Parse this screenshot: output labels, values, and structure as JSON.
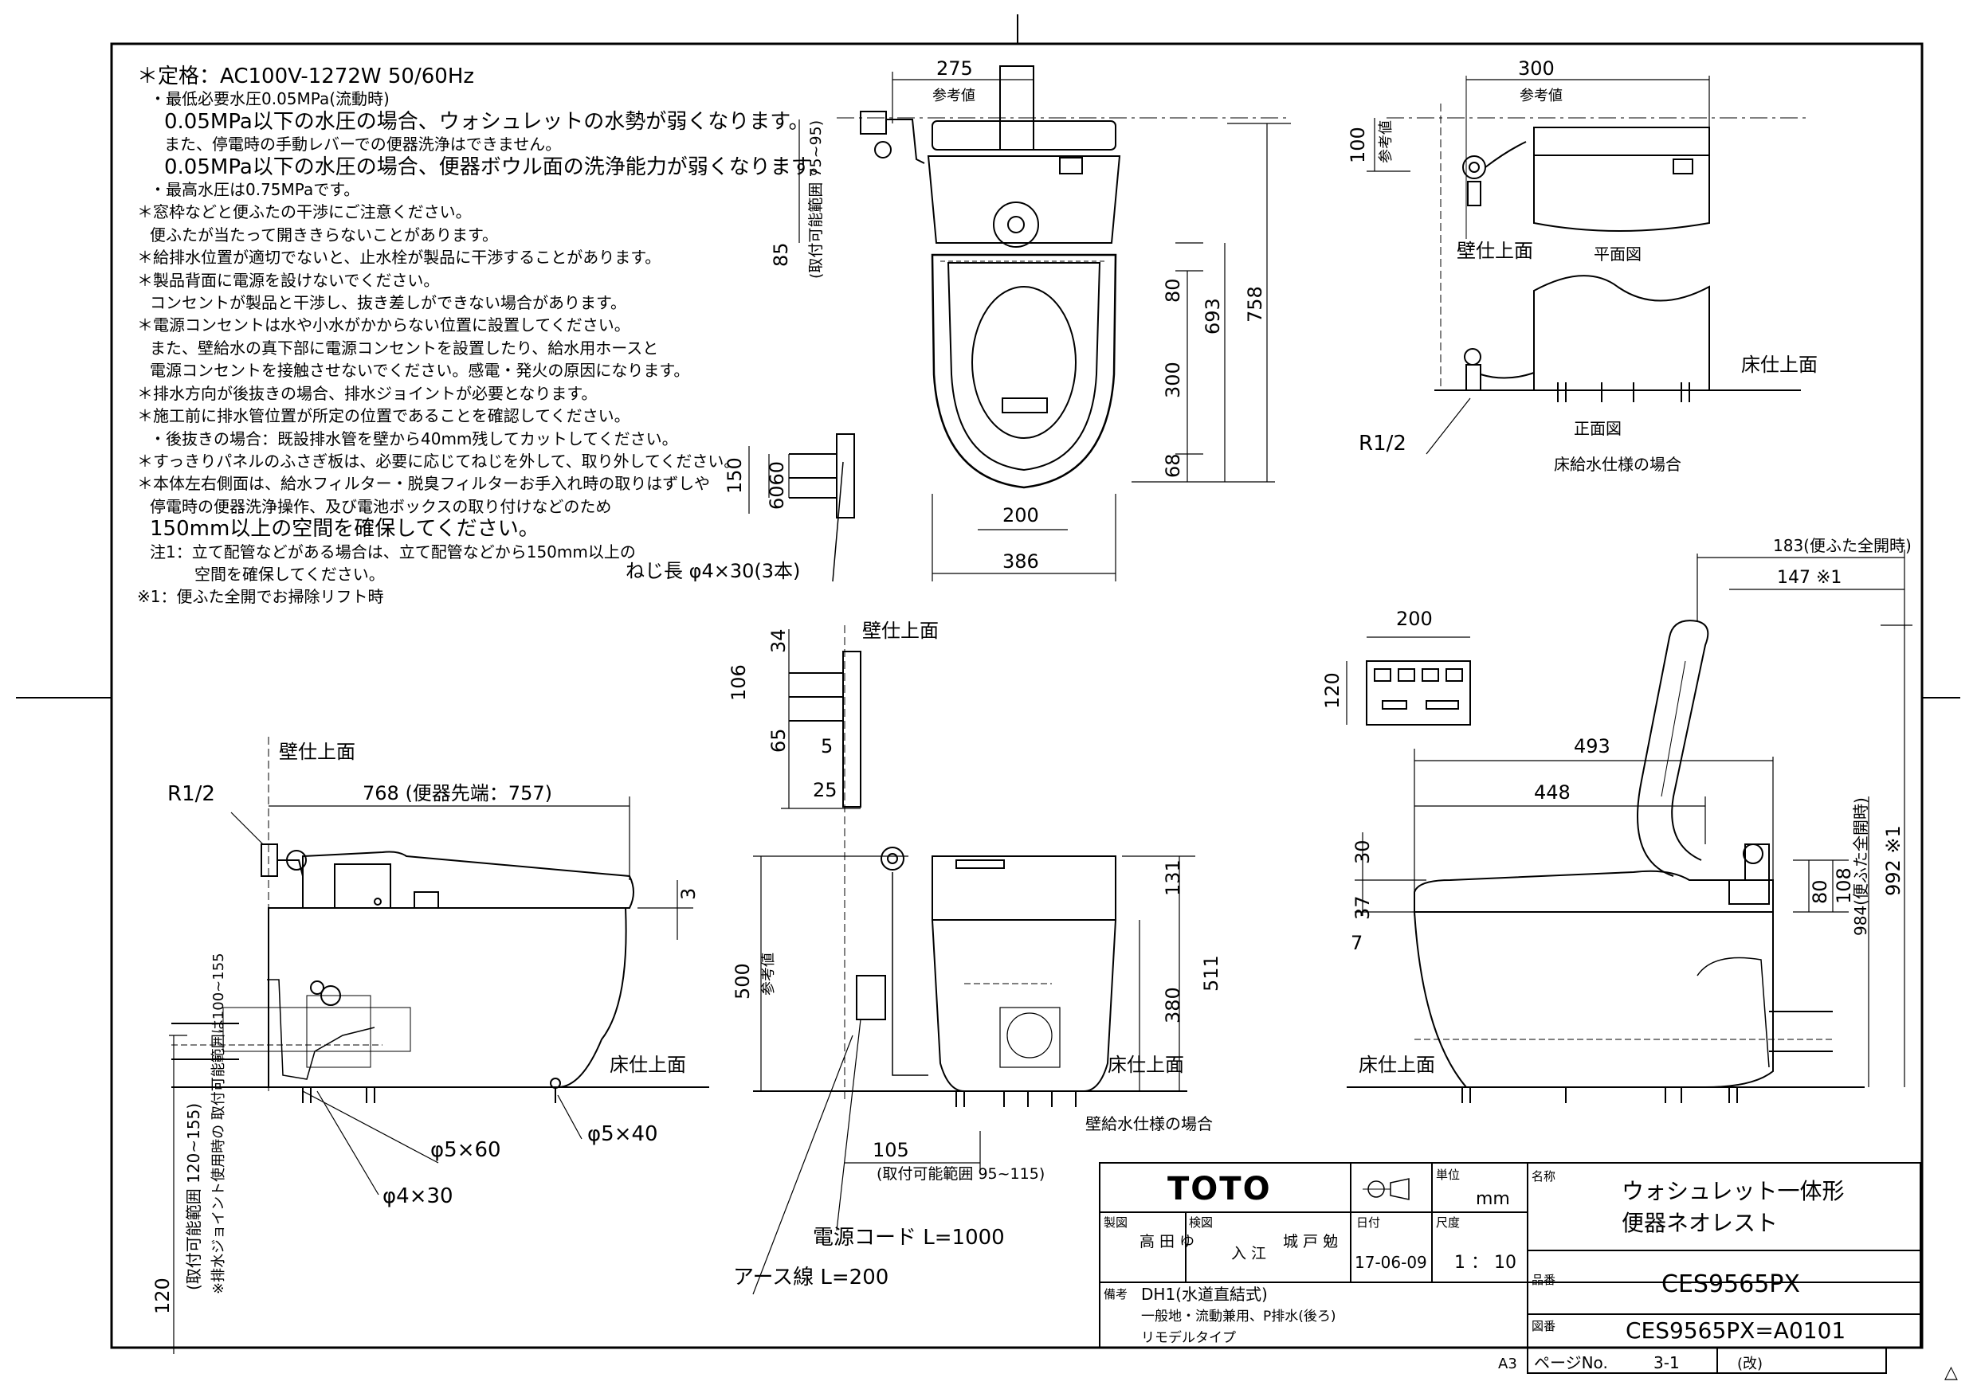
{
  "notes": [
    "＊定格：AC100V-1272W 50/60Hz",
    "・最低必要水圧0.05MPa(流動時)",
    "0.05MPa以下の水圧の場合、ウォシュレットの水勢が弱くなります。",
    "また、停電時の手動レバーでの便器洗浄はできません。",
    "0.05MPa以下の水圧の場合、便器ボウル面の洗浄能力が弱くなります。",
    "・最高水圧は0.75MPaです。",
    "＊窓枠などと便ふたの干渉にご注意ください。",
    "便ふたが当たって開ききらないことがあります。",
    "＊給排水位置が適切でないと、止水栓が製品に干渉することがあります。",
    "＊製品背面に電源を設けないでください。",
    "コンセントが製品と干渉し、抜き差しができない場合があります。",
    "＊電源コンセントは水や小水がかからない位置に設置してください。",
    "また、壁給水の真下部に電源コンセントを設置したり、給水用ホースと",
    "電源コンセントを接触させないでください。感電・発火の原因になります。",
    "＊排水方向が後抜きの場合、排水ジョイントが必要となります。",
    "＊施工前に排水管位置が所定の位置であることを確認してください。",
    "・後抜きの場合：既設排水管を壁から40mm残してカットしてください。",
    "＊すっきりパネルのふさぎ板は、必要に応じてねじを外して、取り外してください。",
    "＊本体左右側面は、給水フィルター・脱臭フィルターお手入れ時の取りはずしや",
    "停電時の便器洗浄操作、及び電池ボックスの取り付けなどのため",
    "150mm以上の空間を確保してください。",
    "注1：立て配管などがある場合は、立て配管などから150mm以上の",
    "空間を確保してください。",
    "※1：便ふた全開でお掃除リフト時"
  ],
  "dims": {
    "d275": "275",
    "ref": "参考値",
    "d300": "300",
    "d100": "100",
    "d85": "85",
    "range7595": "(取付可能範囲 75~95)",
    "d80": "80",
    "d693": "693",
    "d758": "758",
    "d300v": "300",
    "d68": "68",
    "d200": "200",
    "d386": "386",
    "d150": "150",
    "d6060": "6060",
    "screw": "ねじ長 φ4×30(3本)",
    "wall": "壁仕上面",
    "floor": "床仕上面",
    "plan": "平面図",
    "front": "正面図",
    "r12": "R1/2",
    "floorSupply": "床給水仕様の場合",
    "wallSupply": "壁給水仕様の場合",
    "d183": "183(便ふた全開時)",
    "d147": "147 ※1",
    "d34": "34",
    "d106": "106",
    "d65": "65",
    "d5": "5",
    "d25": "25",
    "d768": "768 (便器先端：757)",
    "d3": "3",
    "d131": "131",
    "d511": "511",
    "d500": "500",
    "d380": "380",
    "d120": "120",
    "d493": "493",
    "d448": "448",
    "d30": "30",
    "d37": "37",
    "d7": "7",
    "d108": "108",
    "d984": "984(便ふた全開時)",
    "d992": "992 ※1",
    "d5x60": "φ5×60",
    "d5x40": "φ5×40",
    "d4x30": "φ4×30",
    "d105": "105",
    "range95115": "(取付可能範囲 95~115)",
    "cord": "電源コード L=1000",
    "earth": "アース線 L=200",
    "range120": "(取付可能範囲 120~155)",
    "rangeJoint": "※排水ジョイント使用時の 取付可能範囲は100~155",
    "d120b": "120"
  },
  "titleblock": {
    "brand": "TOTO",
    "unitLabel": "単位",
    "unit": "mm",
    "nameLabel": "名称",
    "name1": "ウォシュレット一体形",
    "name2": "便器ネオレスト",
    "drawnLabel": "製図",
    "drawn": "高 田 ゆ",
    "checkLabel": "検図",
    "check1": "入 江",
    "check2": "城 戸 勉",
    "dateLabel": "日付",
    "date": "17-06-09",
    "scaleLabel": "尺度",
    "scale": "1 ： 10",
    "partLabel": "品番",
    "part": "CES9565PX",
    "remarkLabel": "備考",
    "remark1": "DH1(水道直結式)",
    "remark2": "一般地・流動兼用、P排水(後ろ)",
    "remark3": "リモデルタイプ",
    "dwgLabel": "図番",
    "dwg": "CES9565PX=A0101",
    "sheet": "A3",
    "pageLabel": "ページNo.",
    "page": "3-1",
    "rev": "(改)",
    "revMark": "△"
  }
}
